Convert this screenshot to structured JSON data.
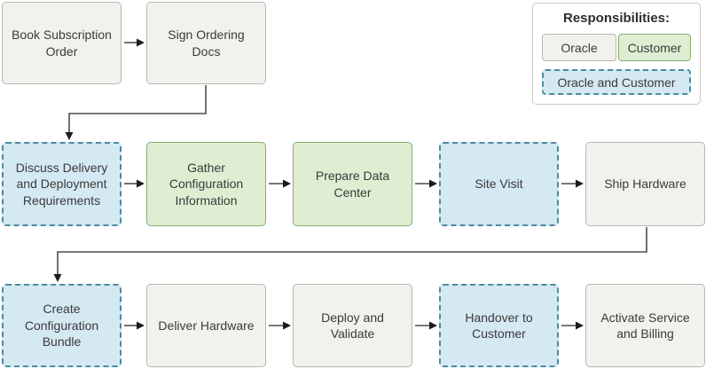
{
  "legend": {
    "title": "Responsibilities:",
    "items": [
      {
        "label": "Oracle",
        "owner": "oracle"
      },
      {
        "label": "Customer",
        "owner": "customer"
      },
      {
        "label": "Oracle and Customer",
        "owner": "both"
      }
    ]
  },
  "flow": {
    "rows": [
      {
        "steps": [
          {
            "label": "Book Subscription Order",
            "owner": "oracle"
          },
          {
            "label": "Sign Ordering Docs",
            "owner": "oracle"
          }
        ]
      },
      {
        "steps": [
          {
            "label": "Discuss Delivery and Deployment Requirements",
            "owner": "both"
          },
          {
            "label": "Gather Configuration Information",
            "owner": "customer"
          },
          {
            "label": "Prepare Data Center",
            "owner": "customer"
          },
          {
            "label": "Site Visit",
            "owner": "both"
          },
          {
            "label": "Ship Hardware",
            "owner": "oracle"
          }
        ]
      },
      {
        "steps": [
          {
            "label": "Create Configuration Bundle",
            "owner": "both"
          },
          {
            "label": "Deliver Hardware",
            "owner": "oracle"
          },
          {
            "label": "Deploy and Validate",
            "owner": "oracle"
          },
          {
            "label": "Handover to Customer",
            "owner": "both"
          },
          {
            "label": "Activate Service and Billing",
            "owner": "oracle"
          }
        ]
      }
    ]
  },
  "colors": {
    "oracle_fill": "#f2f1ed",
    "oracle_border": "#b9b7b1",
    "customer_fill": "#dfeed3",
    "customer_border": "#8aab72",
    "both_fill": "#d5e9f2",
    "both_border": "#4c8aa0",
    "connector_line": "#4d4d4d",
    "arrowhead": "#1c1c1c",
    "text": "#3a3a3a"
  }
}
